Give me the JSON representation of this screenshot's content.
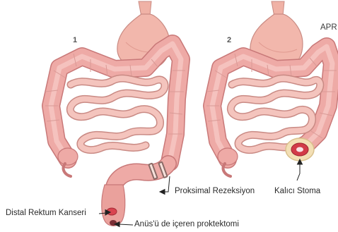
{
  "panels": [
    {
      "number": "1"
    },
    {
      "number": "2",
      "tag": "APR"
    }
  ],
  "labels": {
    "proximal_resection": "Proksimal Rezeksiyon",
    "distal_rectum_cancer": "Distal Rektum Kanseri",
    "anus_proctectomy": "Anüs'ü de içeren proktektomi",
    "permanent_stoma": "Kalıcı Stoma"
  },
  "colors": {
    "stomach": "#f2b7ac",
    "colon": "#eeaaa6",
    "colon_edge": "#c87878",
    "small_intestine": "#f4c4bd",
    "tumor": "#d9444f",
    "stoma": "#d23b48",
    "stoma_ring": "#f3dfb5"
  }
}
